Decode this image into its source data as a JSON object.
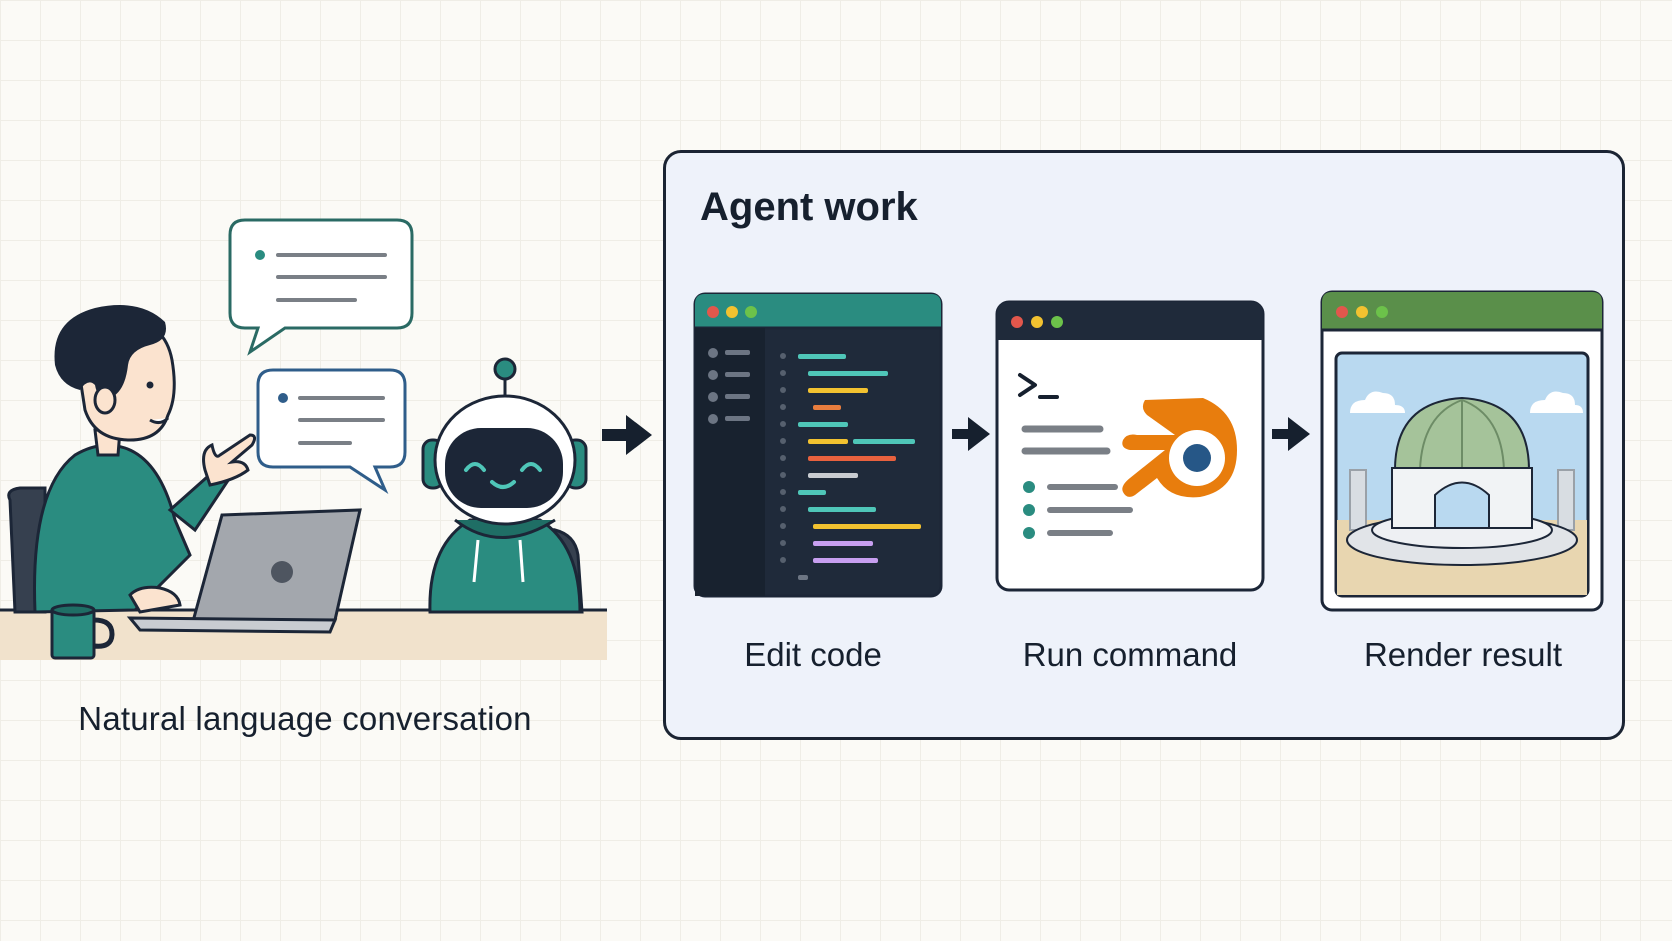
{
  "left_caption": "Natural language conversation",
  "agent_panel": {
    "title": "Agent work",
    "steps": [
      {
        "label": "Edit code",
        "icon": "code-editor-icon"
      },
      {
        "label": "Run command",
        "icon": "terminal-blender-icon"
      },
      {
        "label": "Render result",
        "icon": "render-preview-icon"
      }
    ]
  },
  "terminal_prompt": ">_",
  "colors": {
    "accent_teal": "#2a8c80",
    "dark_navy": "#1c2637",
    "blender_orange": "#e87d0d",
    "render_green": "#5a8f4a",
    "panel_bg": "#eef2fa"
  },
  "icons": [
    "person-icon",
    "robot-icon",
    "speech-bubble-icon",
    "laptop-icon",
    "mug-icon",
    "arrow-right-icon"
  ]
}
